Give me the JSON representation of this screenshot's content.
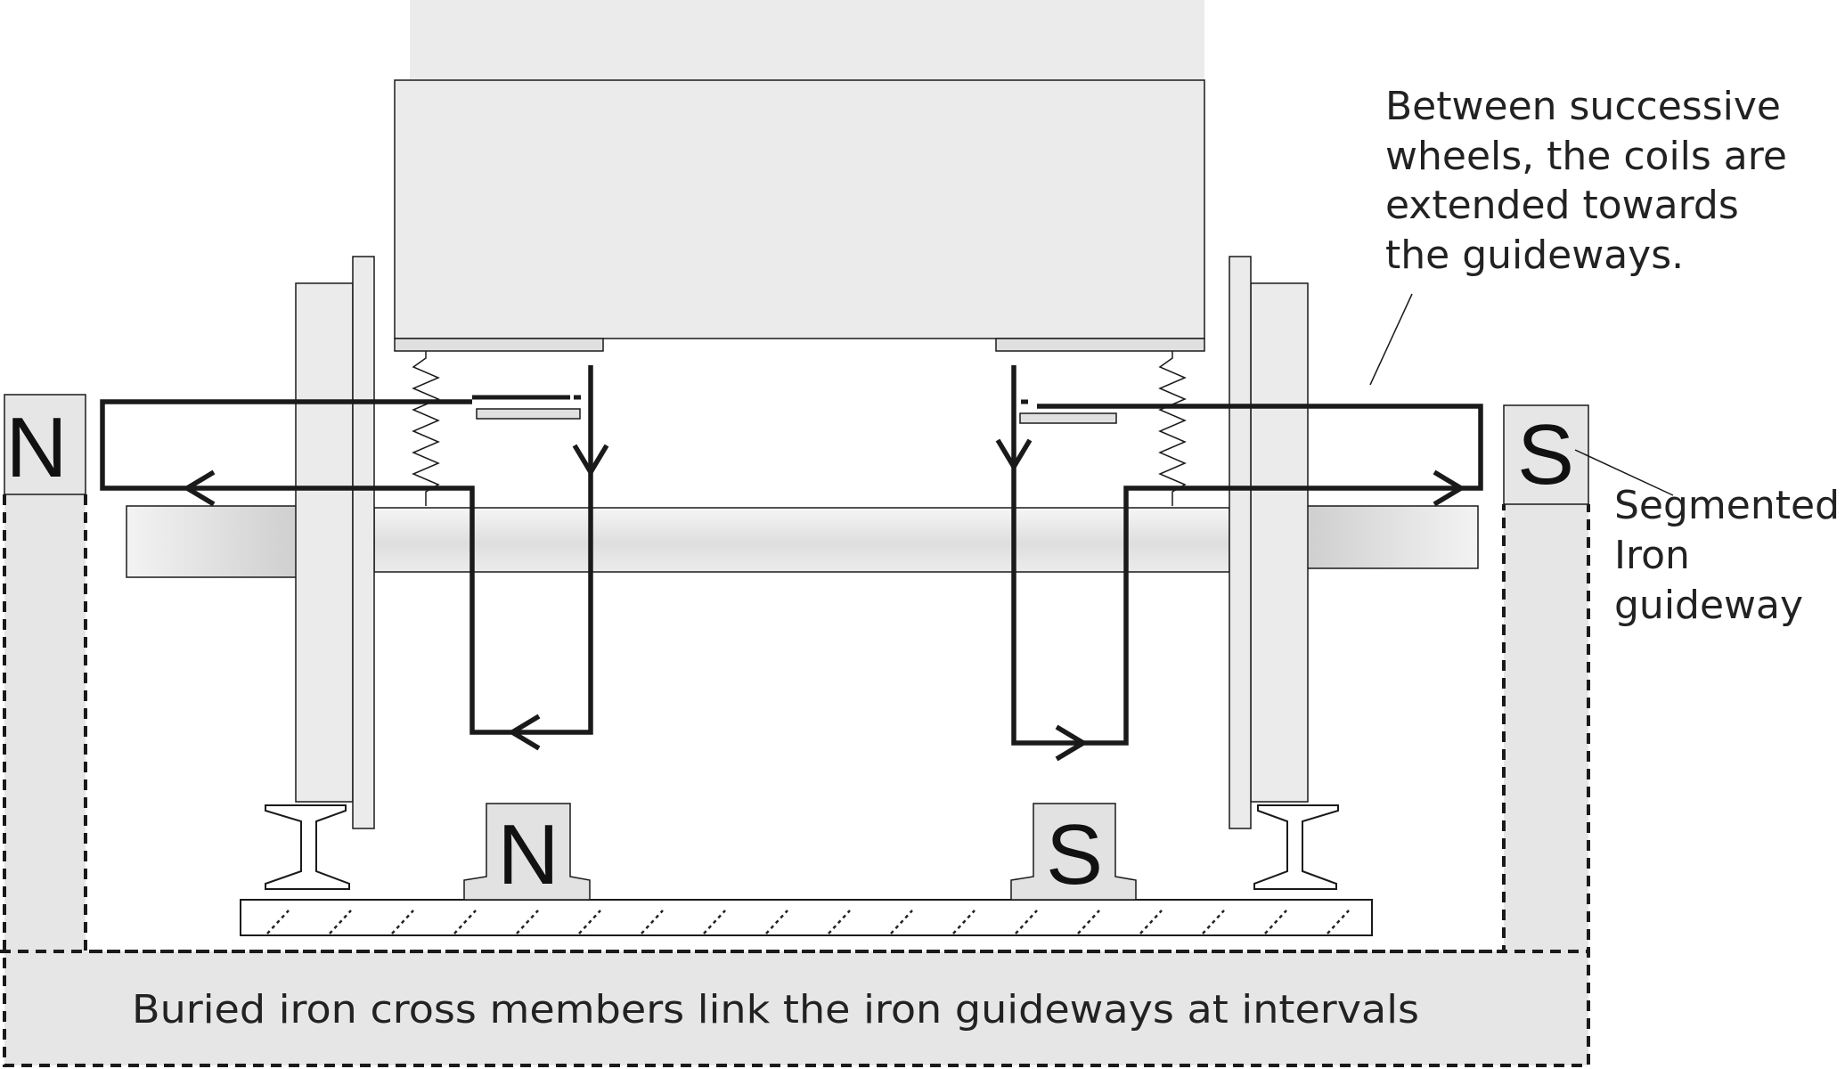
{
  "colors": {
    "line": "#1a1a1a",
    "light_fill": "#ebebeb",
    "medium_fill": "#e2e2e2",
    "accent_text": "#222222"
  },
  "poles": {
    "left_guideway": "N",
    "right_guideway": "S",
    "left_ground": "N",
    "right_ground": "S"
  },
  "annotations": {
    "coils_note": [
      "Between successive",
      "wheels, the coils are",
      "extended towards",
      "the guideways."
    ],
    "guideway_label": [
      "Segmented",
      "Iron",
      "guideway"
    ],
    "cross_members": "Buried iron cross members link the iron guideways at intervals"
  }
}
